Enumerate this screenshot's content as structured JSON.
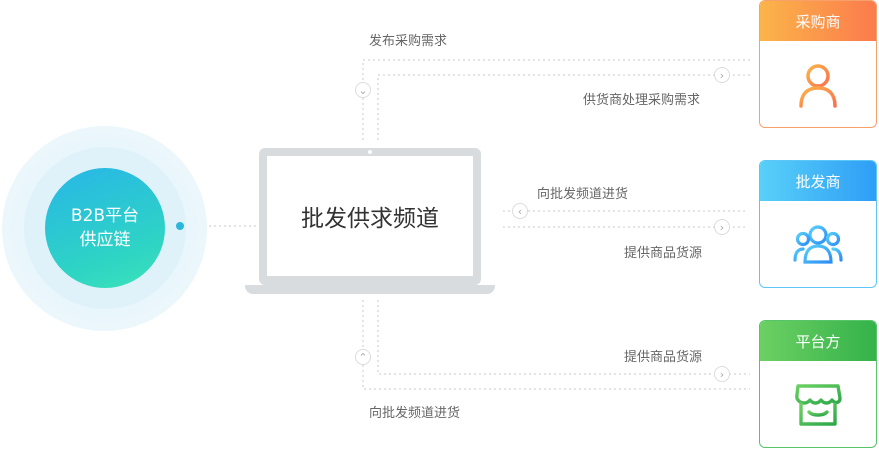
{
  "center_node": {
    "line1": "B2B平台",
    "line2": "供应链"
  },
  "laptop": {
    "title": "批发供求频道"
  },
  "labels": {
    "top_outer": "发布采购需求",
    "top_inner": "供货商处理采购需求",
    "mid_upper": "向批发频道进货",
    "mid_lower": "提供商品货源",
    "bottom_inner": "提供商品货源",
    "bottom_outer": "向批发频道进货"
  },
  "cards": [
    {
      "title": "采购商",
      "icon": "user-icon",
      "accent": "#fb8b4b"
    },
    {
      "title": "批发商",
      "icon": "users-icon",
      "accent": "#2ea6f6"
    },
    {
      "title": "平台方",
      "icon": "store-icon",
      "accent": "#34b24a"
    }
  ],
  "colors": {
    "core_start": "#28b6e8",
    "core_end": "#3de3b8",
    "line": "#c8c8c8"
  }
}
